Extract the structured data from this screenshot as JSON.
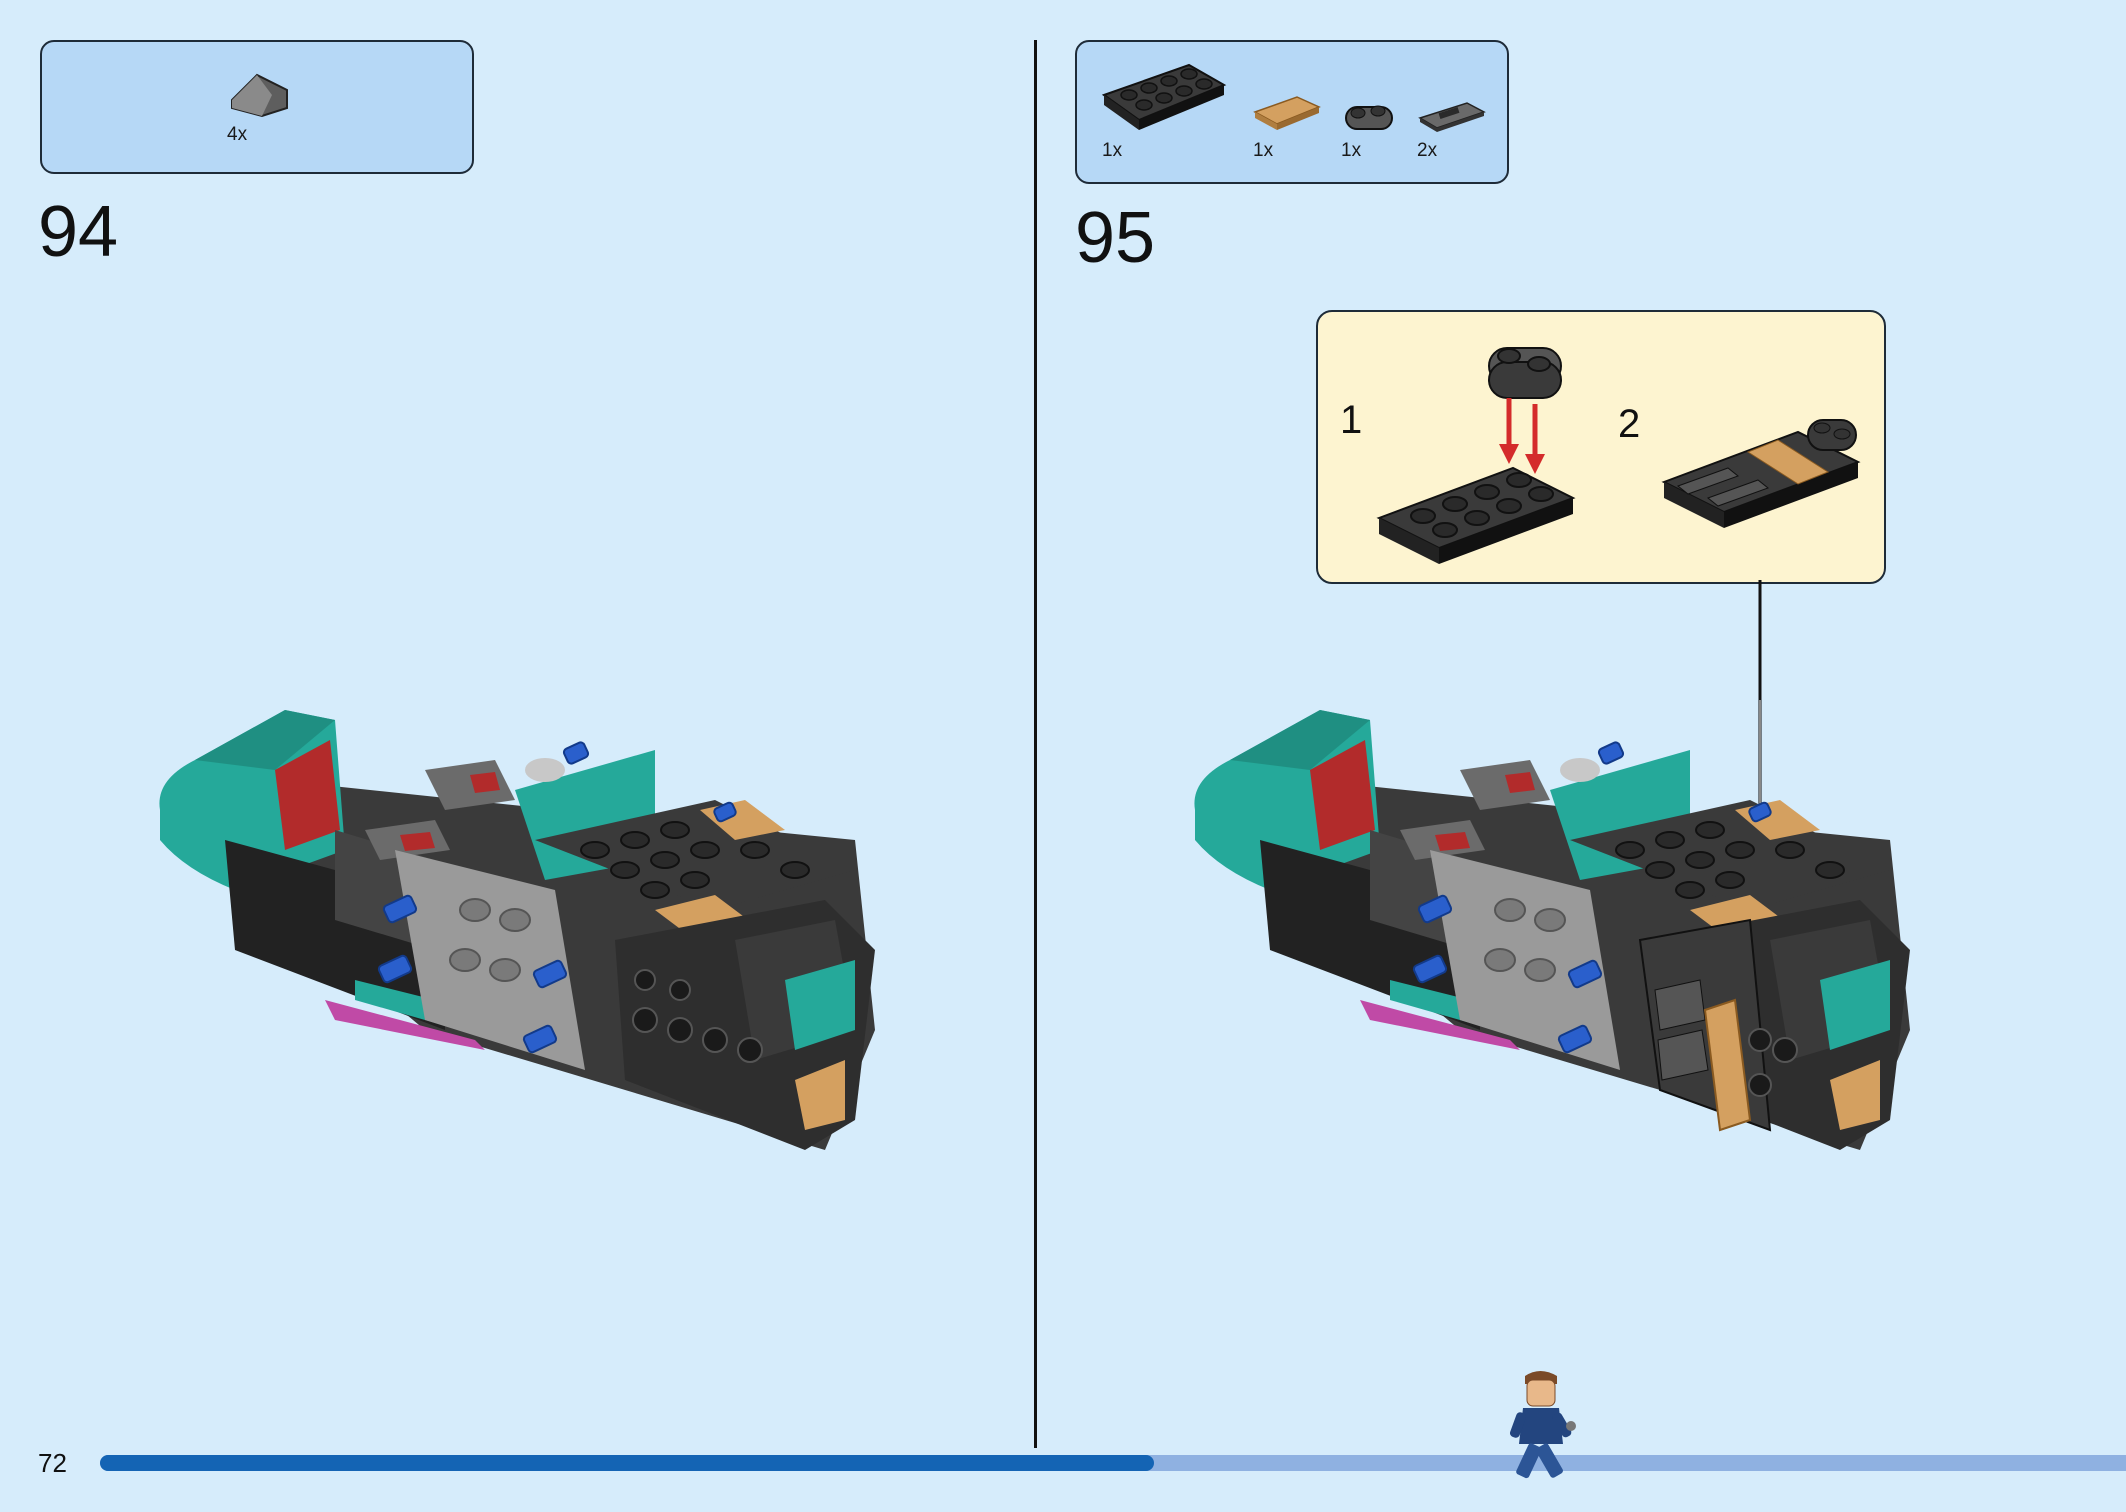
{
  "page_number": "72",
  "progress_fraction": 0.52,
  "step_94": {
    "number": "94",
    "parts": [
      {
        "qty": "4x",
        "part": "slope-tile-dark-gray"
      }
    ]
  },
  "step_95": {
    "number": "95",
    "parts": [
      {
        "qty": "1x",
        "part": "plate-2x4-black"
      },
      {
        "qty": "1x",
        "part": "plate-wood-tan"
      },
      {
        "qty": "1x",
        "part": "plate-1x2-rounded-dark-gray"
      },
      {
        "qty": "2x",
        "part": "tile-grille-dark-gray"
      }
    ],
    "substeps": [
      {
        "number": "1"
      },
      {
        "number": "2"
      }
    ]
  },
  "colors": {
    "background": "#d6ecfb",
    "parts_box": "#b6d8f6",
    "callout": "#fdf4d0",
    "progress_fill": "#1464b4",
    "progress_track": "#8fb1e1",
    "teal": "#25a99a",
    "black_brick": "#333333",
    "gray_brick": "#8a8a8a",
    "blue_pin": "#2a5fcc",
    "tan": "#d4a060",
    "red_arrow": "#d42b2b",
    "magenta": "#c04aa6"
  }
}
